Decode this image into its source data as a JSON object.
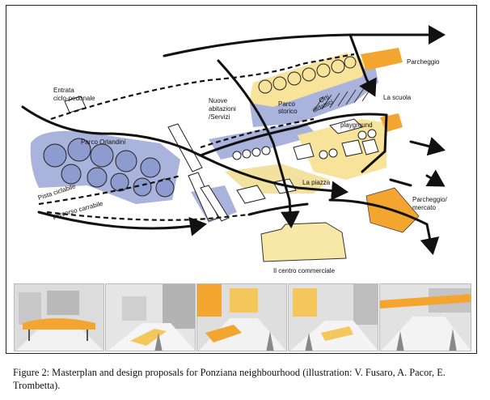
{
  "masterplan": {
    "labels": {
      "parcheggio": "Parcheggio",
      "entrata": "Entrata",
      "ciclopedonale": "ciclo-pedonale",
      "nuove": "Nuove",
      "abitazioni": "abitazioni",
      "servizi": "/Servizi",
      "parco_storico_1": "Parco",
      "parco_storico_2": "storico",
      "orti_1": "Orti",
      "orti_2": "didattici",
      "la_scuola": "La scuola",
      "playground": "playground",
      "parco_orlandini": "Parco Orlandini",
      "pista_ciclabile": "Pista ciclabile",
      "percorso_carrabile": "percorso carrabile",
      "la_piazza": "La piazza",
      "parcheggio_mercato_1": "Parcheggio/",
      "parcheggio_mercato_2": "mercato",
      "centro_commerciale": "Il centro commerciale"
    },
    "colors": {
      "blue": "#a9b3dc",
      "yellow": "#f7e39a",
      "orange": "#f3a530",
      "dark": "#1a1a1a"
    }
  },
  "thumbnails": [
    {
      "icon": "street-sketch-icon"
    },
    {
      "icon": "street-sketch-icon"
    },
    {
      "icon": "street-sketch-icon"
    },
    {
      "icon": "street-sketch-icon"
    },
    {
      "icon": "street-sketch-icon"
    }
  ],
  "caption": "Figure 2: Masterplan and design proposals for Ponziana neighbourhood (illustration: V. Fusaro, A. Pacor, E. Trombetta)."
}
